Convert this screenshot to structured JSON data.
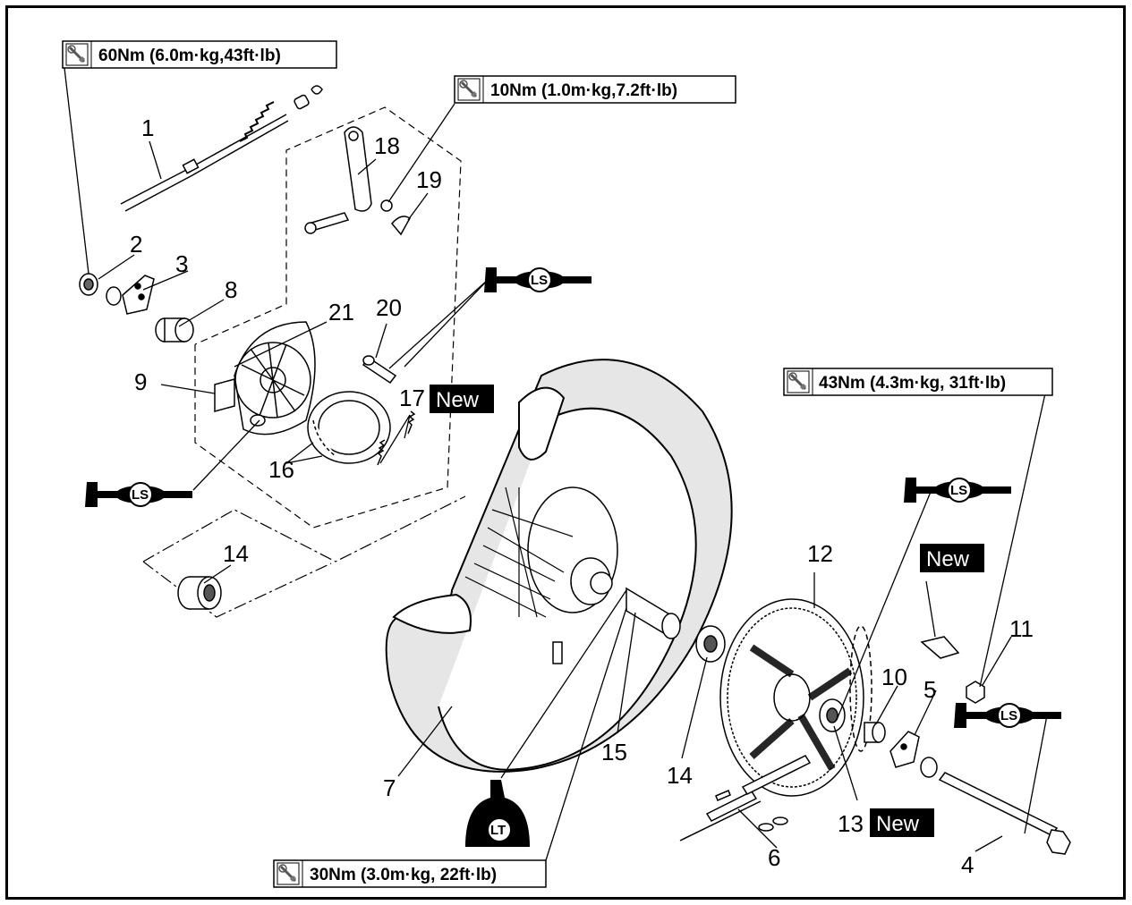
{
  "torque_specs": [
    {
      "id": "t60",
      "text": "60Nm (6.0m·kg,43ft·lb)"
    },
    {
      "id": "t10",
      "text": "10Nm (1.0m·kg,7.2ft·lb)"
    },
    {
      "id": "t43",
      "text": "43Nm (4.3m·kg, 31ft·lb)"
    },
    {
      "id": "t30",
      "text": "30Nm (3.0m·kg, 22ft·lb)"
    }
  ],
  "part_numbers": [
    "1",
    "2",
    "3",
    "4",
    "5",
    "6",
    "7",
    "8",
    "9",
    "10",
    "11",
    "12",
    "13",
    "14",
    "14",
    "15",
    "16",
    "17",
    "18",
    "19",
    "20",
    "21"
  ],
  "badges": [
    "New",
    "New",
    "New"
  ],
  "lube_symbols": {
    "ls": "LS",
    "lt": "LT"
  },
  "colors": {
    "ink": "#000000",
    "paper": "#ffffff",
    "tire_shade": "#e6e6e6"
  }
}
